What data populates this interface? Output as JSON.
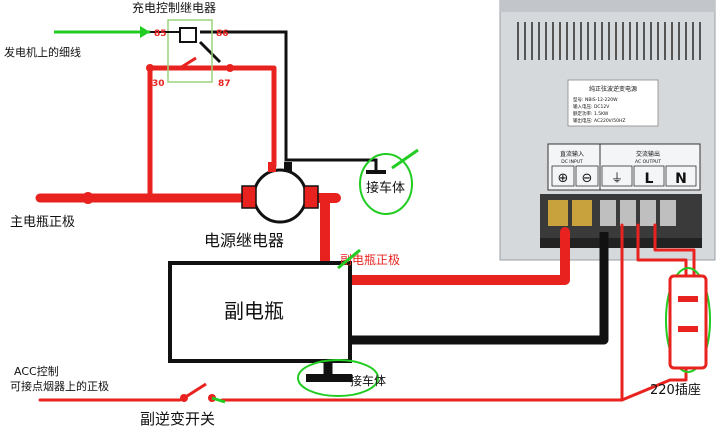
{
  "labels": {
    "charge_relay": "充电控制继电器",
    "generator_wire": "发电机上的细线",
    "pin85": "85",
    "pin86": "86",
    "pin30": "30",
    "pin87": "87",
    "main_battery": "主电瓶正极",
    "power_relay": "电源继电器",
    "ground_top": "接车体",
    "aux_positive": "副电瓶正极",
    "aux_battery": "副电瓶",
    "ground_bottom": "接车体",
    "acc_control": "ACC控制",
    "cig_lighter": "可接点烟器上的正极",
    "aux_switch": "副逆变开关",
    "socket_220": "220插座"
  },
  "inverter": {
    "title": "纯正弦波逆变电源",
    "spec_1": "型号: NBIS-12-220W",
    "spec_2": "输入电压: DC12V",
    "spec_3": "额定功率: 1.5KW",
    "spec_4": "输出电压: AC220V/50HZ",
    "dc_input": "直流输入",
    "dc_input_en": "DC INPUT",
    "ac_output": "交流输出",
    "ac_output_en": "AC OUTPUT",
    "plus": "⊕",
    "minus": "⊖",
    "ground": "⏚",
    "L": "L",
    "N": "N"
  },
  "colors": {
    "red_wire": "#e8231f",
    "black_wire": "#111111",
    "green_arrow": "#22cc22",
    "inverter_body": "#d9dcdf"
  }
}
